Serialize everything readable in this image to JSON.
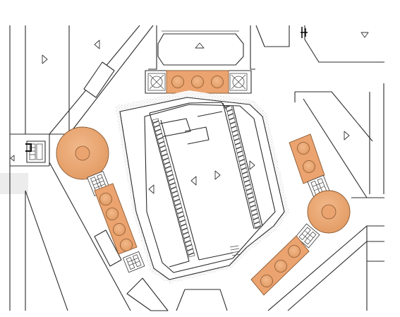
{
  "colors": {
    "background": "#ffffff",
    "linework": "#2b2b2b",
    "equipment_fill": "#eba36f",
    "equipment_stroke": "#8a5a33",
    "hatch": "#9a9a9a",
    "ground": "#ececec"
  },
  "icons": {
    "direction_marker": "triangle-arrow-icon",
    "fan_unit": "crossed-circle-icon",
    "grate": "ladder-hatch-icon"
  },
  "plan": {
    "tanks_top_row": 3,
    "tanks_left_chain": 4,
    "tanks_right_upper": 2,
    "tanks_right_lower": 3,
    "large_domes": 2
  }
}
